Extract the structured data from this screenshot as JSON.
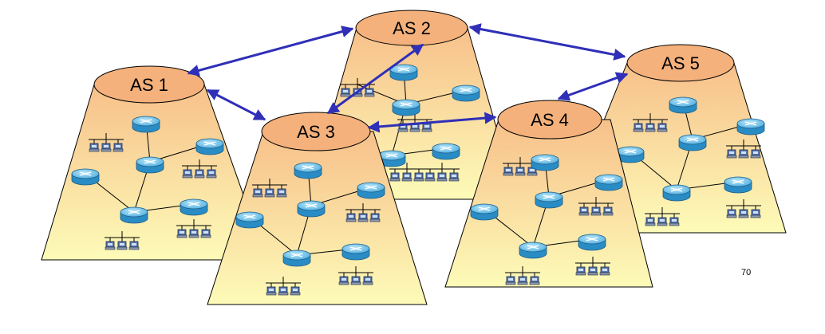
{
  "diagram": {
    "systems": [
      {
        "id": "as1",
        "label": "AS 1"
      },
      {
        "id": "as2",
        "label": "AS 2"
      },
      {
        "id": "as3",
        "label": "AS 3"
      },
      {
        "id": "as4",
        "label": "AS 4"
      },
      {
        "id": "as5",
        "label": "AS 5"
      }
    ],
    "links": [
      {
        "from": "AS 1",
        "to": "AS 2"
      },
      {
        "from": "AS 1",
        "to": "AS 3"
      },
      {
        "from": "AS 3",
        "to": "AS 2"
      },
      {
        "from": "AS 3",
        "to": "AS 4"
      },
      {
        "from": "AS 2",
        "to": "AS 5"
      },
      {
        "from": "AS 4",
        "to": "AS 5"
      }
    ],
    "colors": {
      "link": "#2f2fb8",
      "gradient_top": "#f7c08a",
      "gradient_bottom": "#fdfbb8",
      "router": "#48b7e8",
      "host": "#5a79b0"
    }
  },
  "page": {
    "number": "70"
  }
}
